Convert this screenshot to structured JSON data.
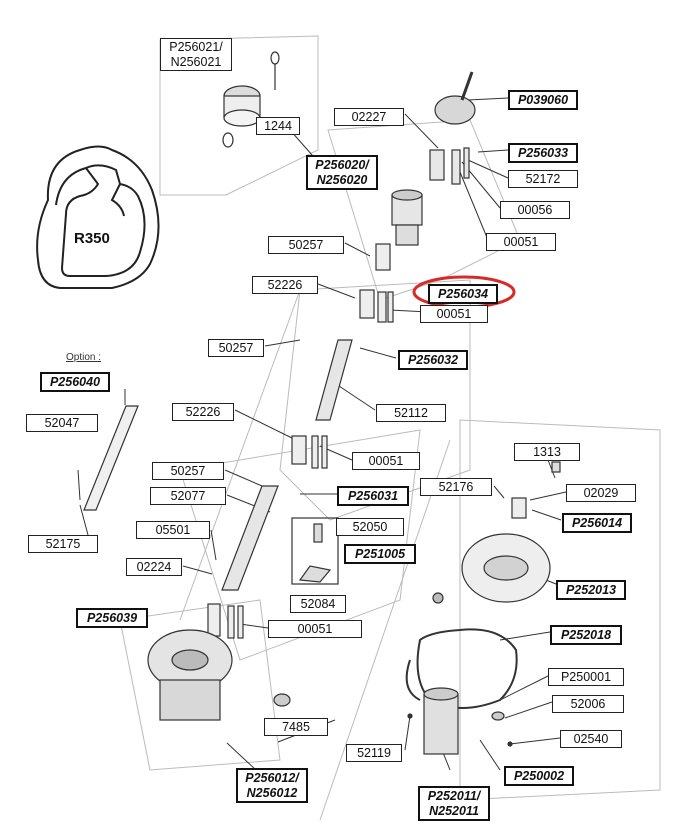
{
  "labels": {
    "p256021": "P256021/ N256021",
    "l1244": "1244",
    "l02227": "02227",
    "p039060": "P039060",
    "p256033": "P256033",
    "l52172": "52172",
    "p256020": "P256020/ N256020",
    "l00056": "00056",
    "l00051a": "00051",
    "l50257a": "50257",
    "l52226a": "52226",
    "p256034": "P256034",
    "l00051b": "00051",
    "l50257b": "50257",
    "p256032": "P256032",
    "option": "Option :",
    "p256040": "P256040",
    "l52047": "52047",
    "l52226b": "52226",
    "l52112": "52112",
    "l00051c": "00051",
    "l50257c": "50257",
    "l52176": "52176",
    "l1313": "1313",
    "l02029": "02029",
    "l52077": "52077",
    "p256031": "P256031",
    "p256014": "P256014",
    "l52050": "52050",
    "l05501": "05501",
    "p251005": "P251005",
    "l52175": "52175",
    "l02224": "02224",
    "p252013": "P252013",
    "l52084": "52084",
    "p256039": "P256039",
    "l00051d": "00051",
    "p252018": "P252018",
    "p250001": "P250001",
    "l7485": "7485",
    "l52006": "52006",
    "l52119": "52119",
    "l02540": "02540",
    "p250002": "P250002",
    "p256012": "P256012/ N256012",
    "p252011": "P252011/ N252011",
    "r350": "R350"
  },
  "highlight": {
    "target": "P256034",
    "color": "#d62b2b"
  }
}
